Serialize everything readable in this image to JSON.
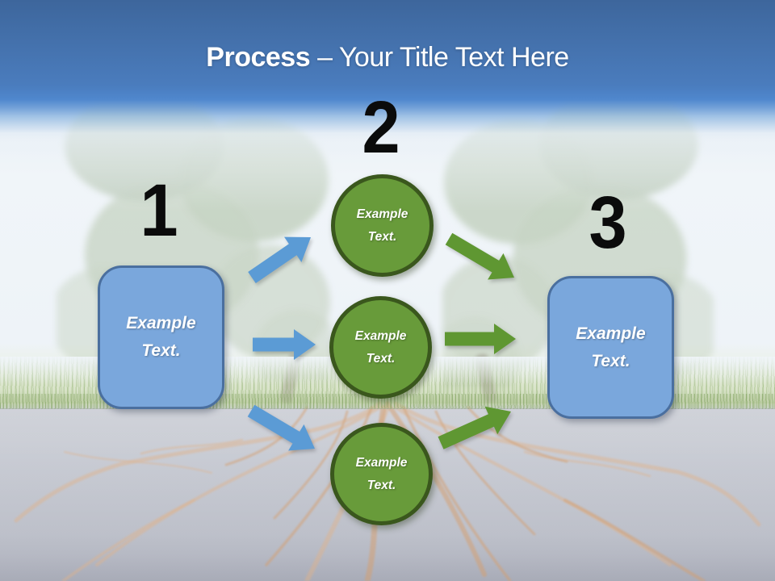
{
  "slide_title": {
    "bold_part": "Process",
    "regular_part": "– Your Title Text Here"
  },
  "step_numbers": [
    "1",
    "2",
    "3"
  ],
  "left_box": {
    "label": "Example Text."
  },
  "circles": [
    {
      "label": "Example Text."
    },
    {
      "label": "Example Text."
    },
    {
      "label": "Example Text."
    }
  ],
  "right_box": {
    "label": "Example Text."
  },
  "colors": {
    "title_text": "#ffffff",
    "header_blue_top": "#3d669c",
    "header_blue_bottom": "#4e86cd",
    "sky_white": "#eef3f8",
    "number_text": "#0b0b0b",
    "box_fill": "#7aa7dc",
    "box_border": "#4a6f9f",
    "box_text": "#ffffff",
    "circle_fill": "#689b3a",
    "circle_border": "#3a571d",
    "circle_text": "#ffffff",
    "arrow_blue": "#5b9bd5",
    "arrow_green": "#5f9732",
    "grass_green": "#c4d1ae",
    "soil_grey": "#c9ccd4",
    "root_tan": "#dfb48c"
  }
}
